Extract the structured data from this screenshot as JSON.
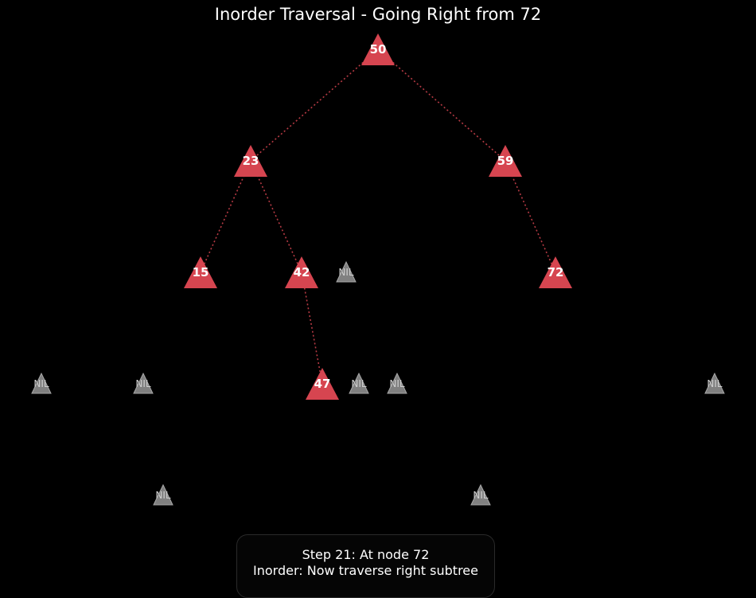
{
  "title": "Inorder Traversal - Going Right from 72",
  "colors": {
    "background": "#000000",
    "node_fill": "#d64550",
    "nil_fill": "#808080",
    "edge": "#d64550",
    "text": "#ffffff"
  },
  "tree": {
    "nodes": [
      {
        "id": "n50",
        "label": "50"
      },
      {
        "id": "n23",
        "label": "23"
      },
      {
        "id": "n59",
        "label": "59"
      },
      {
        "id": "n15",
        "label": "15"
      },
      {
        "id": "n42",
        "label": "42"
      },
      {
        "id": "n72",
        "label": "72"
      },
      {
        "id": "n47",
        "label": "47"
      }
    ],
    "nil_label": "NIL",
    "edges": [
      {
        "from": "n50",
        "to": "n23"
      },
      {
        "from": "n50",
        "to": "n59"
      },
      {
        "from": "n23",
        "to": "n15"
      },
      {
        "from": "n23",
        "to": "n42"
      },
      {
        "from": "n59",
        "to": "n72"
      },
      {
        "from": "n42",
        "to": "n47"
      }
    ]
  },
  "status": {
    "step": "Step 21: At node 72",
    "message": "Inorder: Now traverse right subtree"
  }
}
